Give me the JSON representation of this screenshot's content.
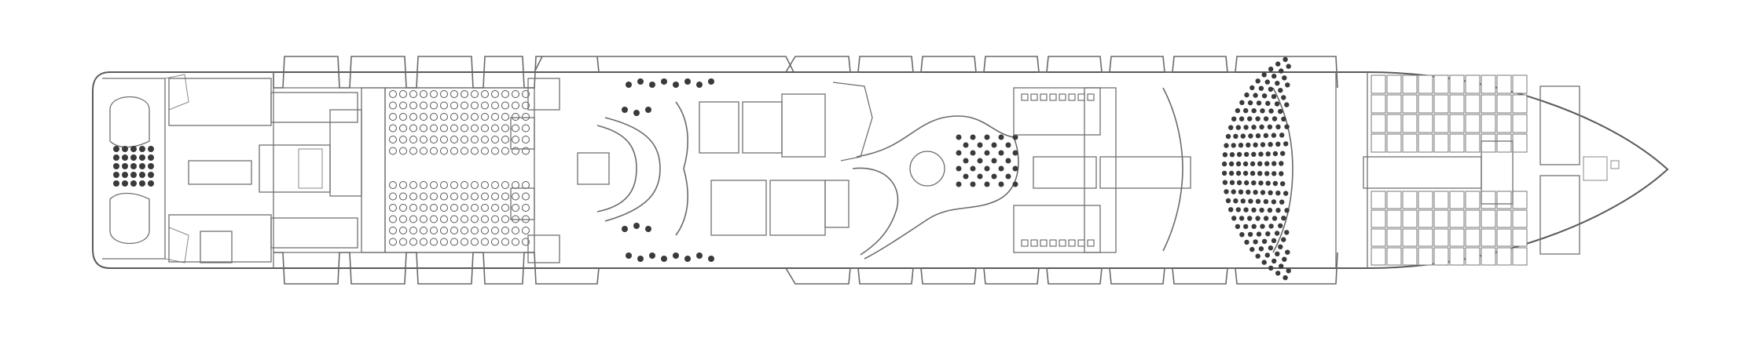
{
  "deck": {
    "title": "",
    "subtitle": ""
  },
  "colors": {
    "background": "#ffffff",
    "line": "#5a5a5a",
    "seating": "#3a3a3a"
  },
  "zones": [
    {
      "id": "stern-lounge"
    },
    {
      "id": "stern-service"
    },
    {
      "id": "dining-room-aft"
    },
    {
      "id": "dining-room-main"
    },
    {
      "id": "atrium-aft"
    },
    {
      "id": "galleria"
    },
    {
      "id": "atrium-forward"
    },
    {
      "id": "bar-lounge"
    },
    {
      "id": "theatre"
    },
    {
      "id": "forward-cabins"
    },
    {
      "id": "bow"
    }
  ]
}
